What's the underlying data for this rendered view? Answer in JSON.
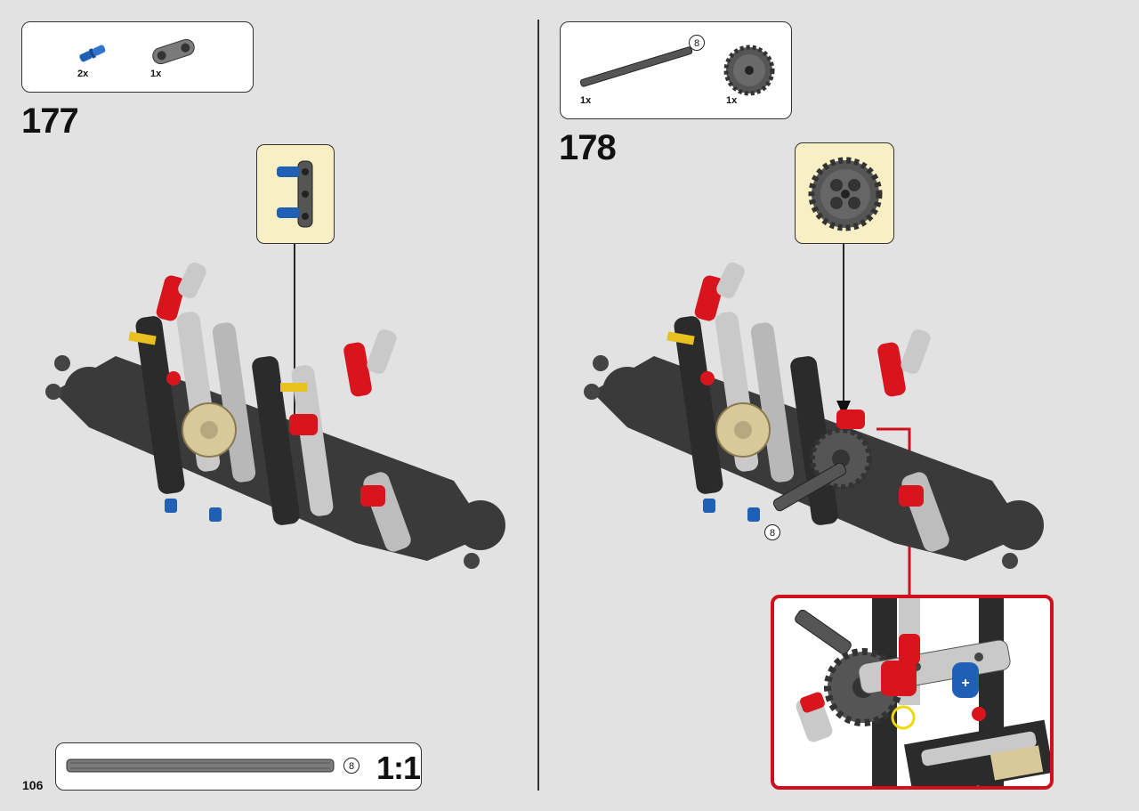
{
  "page": {
    "number": "106"
  },
  "steps": [
    {
      "number": "177",
      "parts": [
        {
          "qty": "2x",
          "icon": "blue-friction-pin-icon"
        },
        {
          "qty": "1x",
          "icon": "gray-pin-connector-icon"
        }
      ]
    },
    {
      "number": "178",
      "parts": [
        {
          "qty": "1x",
          "icon": "gray-axle-icon",
          "length_label": "8"
        },
        {
          "qty": "1x",
          "icon": "gray-gear-icon"
        }
      ],
      "assembly_axle_label": "8"
    }
  ],
  "scale_ruler": {
    "length_label": "8",
    "scale": "1:1"
  },
  "colors": {
    "background": "#e2e2e2",
    "callout": "#f8efc4",
    "detail_frame": "#d0101c",
    "technic_red": "#d8141c",
    "technic_blue": "#1f5fb4",
    "technic_black": "#2b2b2b",
    "technic_gray": "#9a9a9a",
    "technic_tan": "#d8c89a",
    "highlight_ring": "#f0d800"
  }
}
